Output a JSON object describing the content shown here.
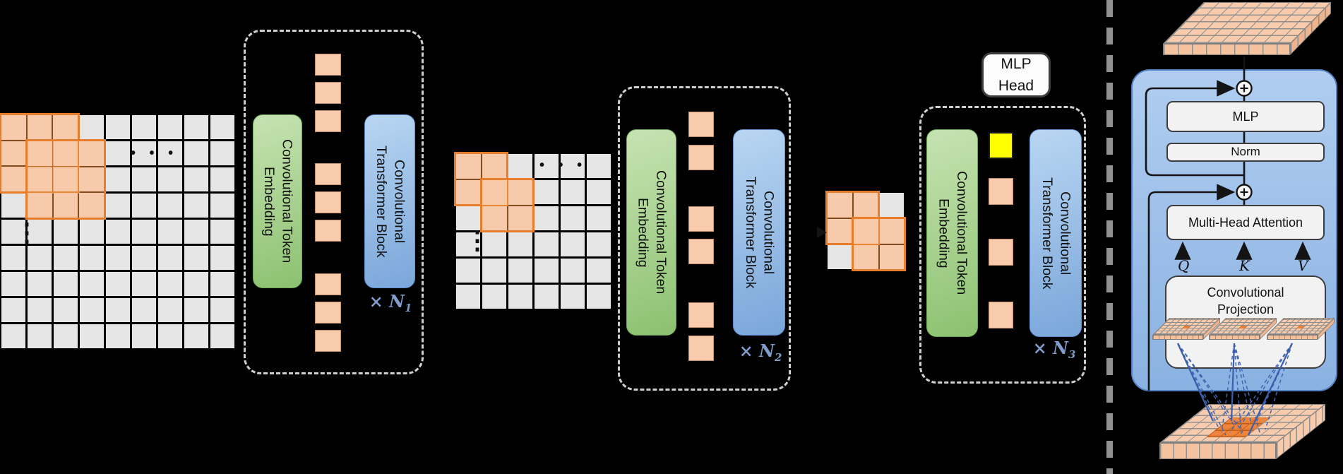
{
  "figure": {
    "stages": [
      {
        "embed_line1": "Convolutional Token",
        "embed_line2": "Embedding",
        "block_line1": "Convolutional",
        "block_line2": "Transformer Block",
        "multiplier": "× N",
        "multiplier_sub": "1"
      },
      {
        "embed_line1": "Convolutional Token",
        "embed_line2": "Embedding",
        "block_line1": "Convolutional",
        "block_line2": "Transformer Block",
        "multiplier": "× N",
        "multiplier_sub": "2"
      },
      {
        "embed_line1": "Convolutional Token",
        "embed_line2": "Embedding",
        "block_line1": "Convolutional",
        "block_line2": "Transformer Block",
        "multiplier": "× N",
        "multiplier_sub": "3"
      }
    ],
    "mlp_head": {
      "line1": "MLP",
      "line2": "Head"
    },
    "detail_panel": {
      "mlp": "MLP",
      "norm": "Norm",
      "attention": "Multi-Head Attention",
      "q": "Q",
      "k": "K",
      "v": "V",
      "projection_line1": "Convolutional",
      "projection_line2": "Projection"
    },
    "dots_horizontal": "• • •",
    "dots_vertical": "⋮",
    "colors": {
      "background": "#000000",
      "grid_cell": "#e7e6e6",
      "window_border": "#e87e2b",
      "token_fill": "#f8cbad",
      "cls_token_fill": "#ffff00",
      "embed_green": "#a9d18e",
      "block_blue": "#9dc3e6",
      "panel_blue": "#9dc3e6",
      "multiplier_text": "#8faadc",
      "fan_line_blue": "#4166b0",
      "orange_center": "#ed7d31",
      "white_box": "#f2f2f2"
    }
  }
}
